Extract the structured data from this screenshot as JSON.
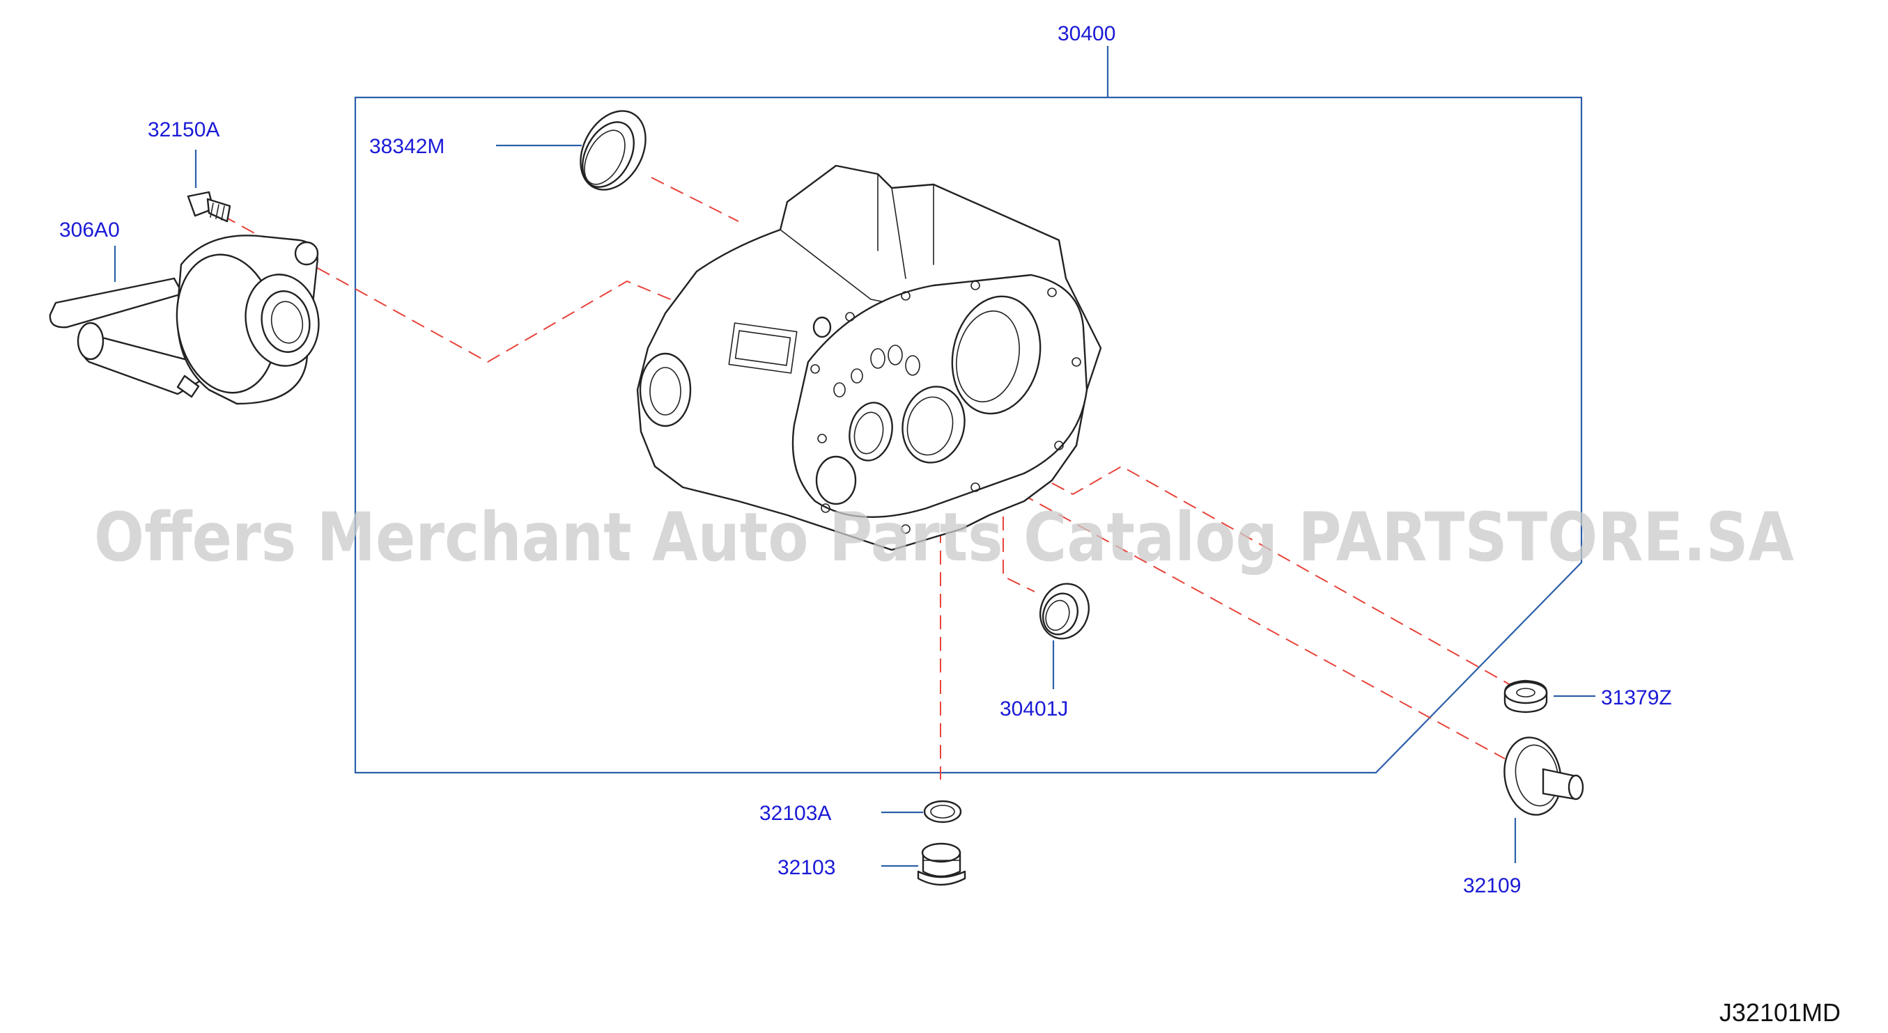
{
  "diagram": {
    "watermark": "Offers Merchant Auto Parts Catalog PARTSTORE.SA",
    "diagram_code": "J32101MD",
    "colors": {
      "label": "#1a1ad6",
      "leader": "#2b5fa8",
      "dashed_link": "#e8433a",
      "outline": "#222222",
      "watermark": "#c9c9c9"
    },
    "parts": [
      {
        "id": "30400",
        "label": "30400"
      },
      {
        "id": "38342M",
        "label": "38342M"
      },
      {
        "id": "32150A",
        "label": "32150A"
      },
      {
        "id": "306A0",
        "label": "306A0"
      },
      {
        "id": "30401J",
        "label": "30401J"
      },
      {
        "id": "31379Z",
        "label": "31379Z"
      },
      {
        "id": "32103A",
        "label": "32103A"
      },
      {
        "id": "32103",
        "label": "32103"
      },
      {
        "id": "32109",
        "label": "32109"
      }
    ]
  }
}
